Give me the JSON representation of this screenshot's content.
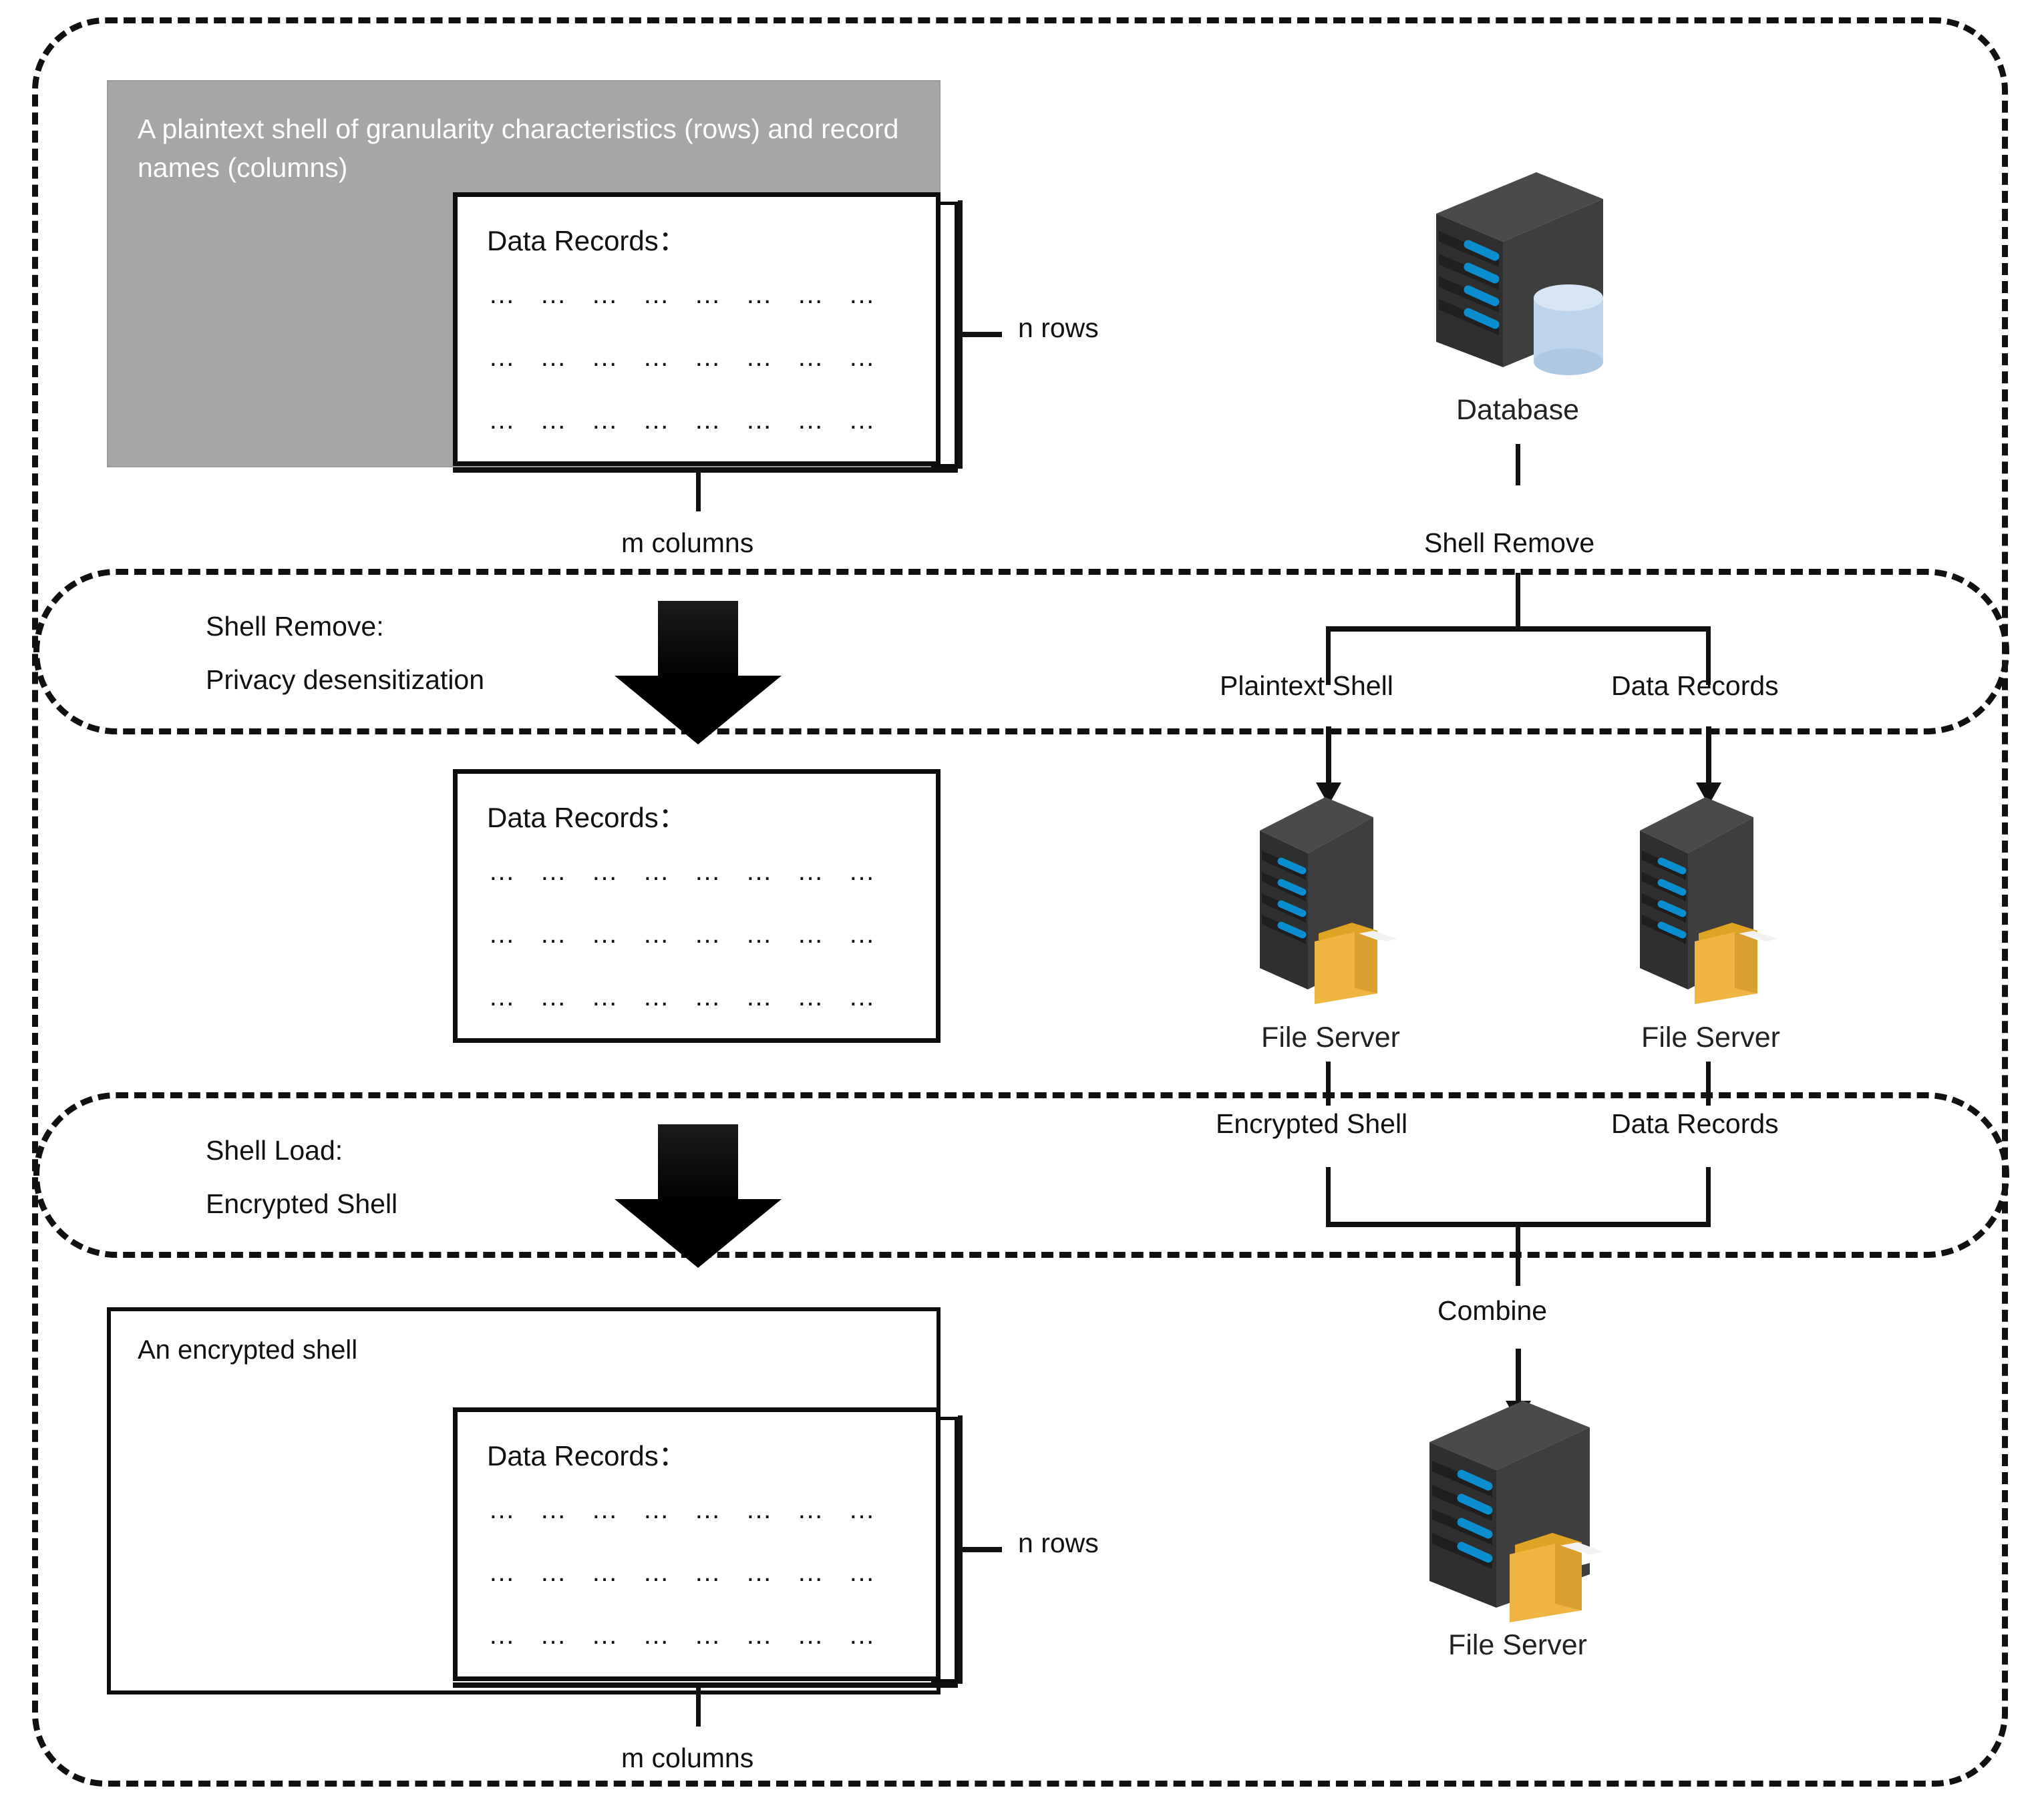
{
  "diagram": {
    "title": "Shell remove and shell load data protection workflow",
    "colors": {
      "gray_shell_fill": "#a6a6a6",
      "shell_text": "#ffffff",
      "line": "#111111",
      "server_body": "#3a3a3a",
      "server_led": "#0a8ed0",
      "folder": "#efb540",
      "db_cylinder": "#bcd4ec"
    }
  },
  "top": {
    "gray_shell_caption": "A plaintext shell of granularity characteristics (rows) and record names (columns)",
    "records_card": {
      "title": "Data Records：",
      "rows": [
        [
          "…",
          "…",
          "…",
          "…",
          "…",
          "…",
          "…",
          "…"
        ],
        [
          "…",
          "…",
          "…",
          "…",
          "…",
          "…",
          "…",
          "…"
        ],
        [
          "…",
          "…",
          "…",
          "…",
          "…",
          "…",
          "…",
          "…"
        ]
      ]
    },
    "n_rows_label": "n rows",
    "m_columns_label": "m columns",
    "database": {
      "icon": "database-server-icon",
      "label": "Database"
    },
    "database_edge_label": "Shell Remove"
  },
  "band_shell_remove": {
    "line1": "Shell Remove:",
    "line2": "Privacy desensitization",
    "arrow": "down-block-arrow"
  },
  "middle": {
    "records_card": {
      "title": "Data Records：",
      "rows": [
        [
          "…",
          "…",
          "…",
          "…",
          "…",
          "…",
          "…",
          "…"
        ],
        [
          "…",
          "…",
          "…",
          "…",
          "…",
          "…",
          "…",
          "…"
        ],
        [
          "…",
          "…",
          "…",
          "…",
          "…",
          "…",
          "…",
          "…"
        ]
      ]
    },
    "branch_left_label": "Plaintext Shell",
    "branch_right_label": "Data Records",
    "file_server_left": {
      "icon": "file-server-icon",
      "label": "File Server"
    },
    "file_server_right": {
      "icon": "file-server-icon",
      "label": "File Server"
    },
    "edge_left_label": "Encrypted Shell",
    "edge_right_label": "Data Records"
  },
  "band_shell_load": {
    "line1": "Shell Load:",
    "line2": "Encrypted Shell",
    "arrow": "down-block-arrow"
  },
  "bottom": {
    "encrypted_shell_label": "An encrypted shell",
    "records_card": {
      "title": "Data Records：",
      "rows": [
        [
          "…",
          "…",
          "…",
          "…",
          "…",
          "…",
          "…",
          "…"
        ],
        [
          "…",
          "…",
          "…",
          "…",
          "…",
          "…",
          "…",
          "…"
        ],
        [
          "…",
          "…",
          "…",
          "…",
          "…",
          "…",
          "…",
          "…"
        ]
      ]
    },
    "n_rows_label": "n rows",
    "m_columns_label": "m columns",
    "combine_label": "Combine",
    "file_server": {
      "icon": "file-server-icon",
      "label": "File Server"
    }
  }
}
